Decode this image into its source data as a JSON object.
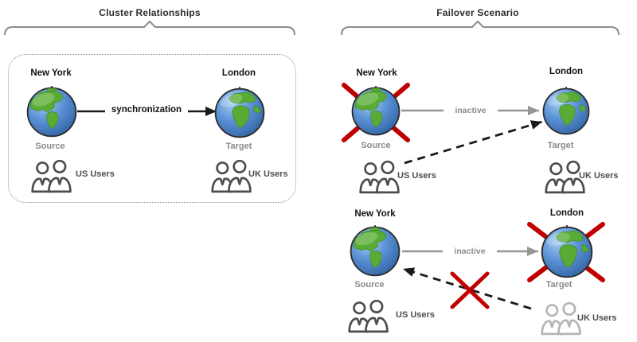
{
  "colors": {
    "error_red": "#c00000",
    "active_black": "#1a1a1a",
    "inactive_gray": "#969696",
    "muted_label": "#8a8a8a",
    "users_dark": "#4d4d4d",
    "users_light": "#b5b5b5",
    "globe_ocean": "#3d6fb4",
    "globe_land": "#58ab33"
  },
  "icons": {
    "users_icon": "two-person-outline",
    "globe_americas": "earth-globe-americas",
    "globe_europe_africa": "earth-globe-europe-africa",
    "red_x": "red-cross-out-mark"
  },
  "cluster": {
    "title": "Cluster Relationships",
    "sync_label": "synchronization",
    "ny": {
      "city": "New York",
      "role": "Source",
      "users": "US Users"
    },
    "ldn": {
      "city": "London",
      "role": "Target",
      "users": "UK Users"
    }
  },
  "failover": {
    "title": "Failover Scenario",
    "s1": {
      "link_label": "inactive",
      "ny": {
        "city": "New York",
        "role": "Source",
        "users": "US Users"
      },
      "ldn": {
        "city": "London",
        "role": "Target",
        "users": "UK Users"
      }
    },
    "s2": {
      "link_label": "inactive",
      "ny": {
        "city": "New York",
        "role": "Source",
        "users": "US Users"
      },
      "ldn": {
        "city": "London",
        "role": "Target",
        "users": "UK Users"
      }
    }
  }
}
